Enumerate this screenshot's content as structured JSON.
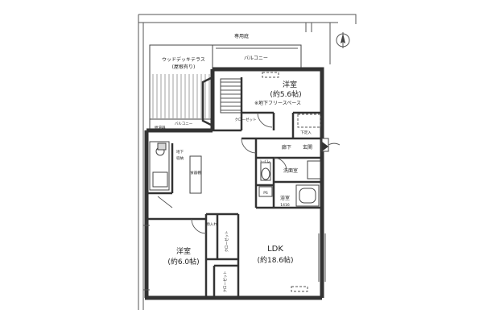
{
  "plan": {
    "exclusive_garden": "専用庭",
    "wood_deck": "ウッドデッキテラス",
    "wood_deck_note": "(屋根有り)",
    "balcony_top": "バルコニー",
    "balcony_left": "バルコニー",
    "western_room_1": "洋室",
    "western_room_1_size": "(約5.6帖)",
    "basement_space": "※地下フリースペース",
    "hall": "廊下",
    "entrance": "玄関",
    "shoe_box": "下足入",
    "toilet": "トイレ",
    "washroom": "洗面室",
    "bathroom": "浴室",
    "bath_size": "1416",
    "ps": "PS",
    "food_storage": "食器棚",
    "basement_storage": "地下\n収納",
    "basement_storage_a": "地下",
    "basement_storage_b": "収納",
    "western_room_2": "洋室",
    "western_room_2_size": "(約6.0帖)",
    "ldk": "LDK",
    "ldk_size": "(約18.6帖)",
    "closet_1": "物入れ",
    "closet_2": "クローゼット",
    "closet_3": "クローゼット",
    "closet_4": "クローゼット",
    "water_heater": "給湯器",
    "north_mark": "N"
  }
}
